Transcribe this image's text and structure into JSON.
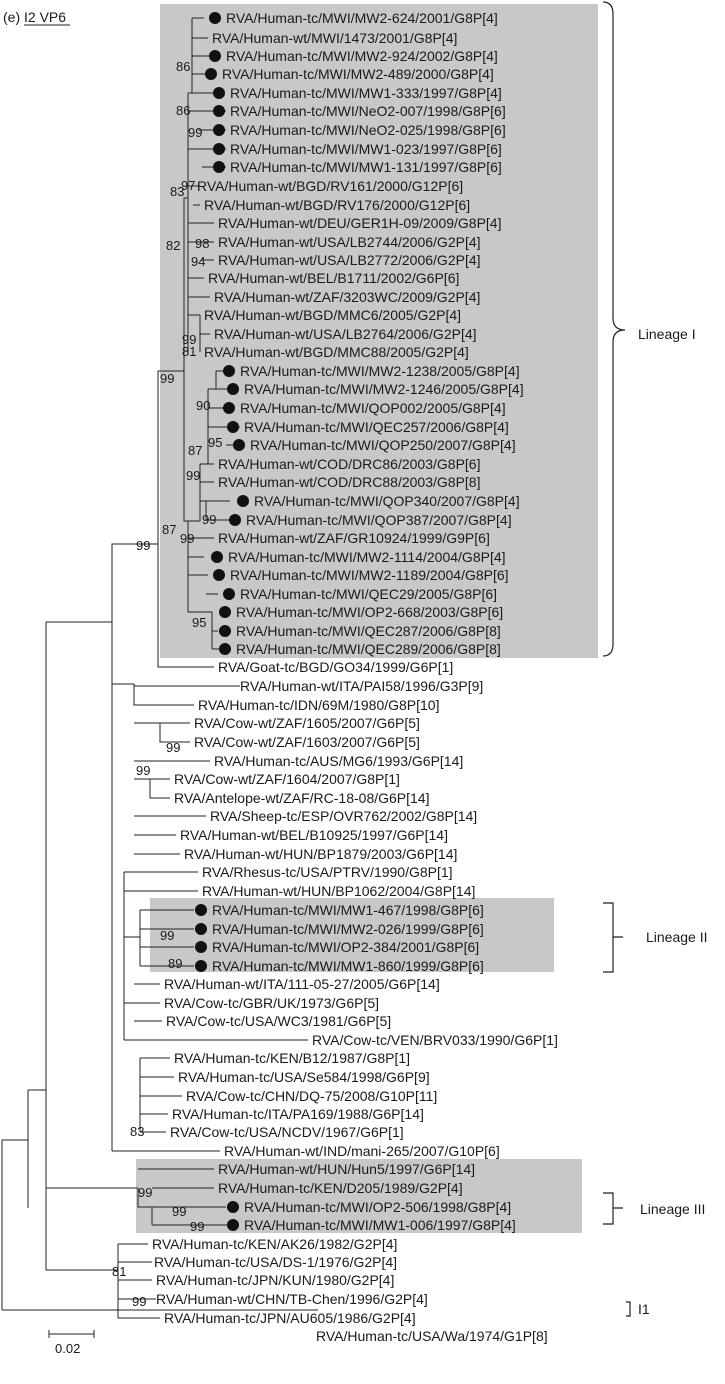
{
  "panel": {
    "letter": "(e)",
    "title": "I2 VP6"
  },
  "lineages": [
    {
      "label": "Lineage I"
    },
    {
      "label": "Lineage II"
    },
    {
      "label": "Lineage III"
    },
    {
      "label": "I1"
    }
  ],
  "scale_bar": {
    "value": "0.02"
  },
  "taxa": [
    {
      "label": "RVA/Human-tc/MWI/MW2-624/2001/G8P[4]",
      "dot": true
    },
    {
      "label": "RVA/Human-wt/MWI/1473/2001/G8P[4]",
      "dot": false
    },
    {
      "label": "RVA/Human-tc/MWI/MW2-924/2002/G8P[4]",
      "dot": true
    },
    {
      "label": "RVA/Human-tc/MWI/MW2-489/2000/G8P[4]",
      "dot": true
    },
    {
      "label": "RVA/Human-tc/MWI/MW1-333/1997/G8P[4]",
      "dot": true
    },
    {
      "label": "RVA/Human-tc/MWI/NeO2-007/1998/G8P[6]",
      "dot": true
    },
    {
      "label": "RVA/Human-tc/MWI/NeO2-025/1998/G8P[6]",
      "dot": true
    },
    {
      "label": "RVA/Human-tc/MWI/MW1-023/1997/G8P[6]",
      "dot": true
    },
    {
      "label": "RVA/Human-tc/MWI/MW1-131/1997/G8P[6]",
      "dot": true
    },
    {
      "label": "RVA/Human-wt/BGD/RV161/2000/G12P[6]",
      "dot": false
    },
    {
      "label": "RVA/Human-wt/BGD/RV176/2000/G12P[6]",
      "dot": false
    },
    {
      "label": "RVA/Human-wt/DEU/GER1H-09/2009/G8P[4]",
      "dot": false
    },
    {
      "label": "RVA/Human-wt/USA/LB2744/2006/G2P[4]",
      "dot": false
    },
    {
      "label": "RVA/Human-wt/USA/LB2772/2006/G2P[4]",
      "dot": false
    },
    {
      "label": "RVA/Human-wt/BEL/B1711/2002/G6P[6]",
      "dot": false
    },
    {
      "label": "RVA/Human-wt/ZAF/3203WC/2009/G2P[4]",
      "dot": false
    },
    {
      "label": "RVA/Human-wt/BGD/MMC6/2005/G2P[4]",
      "dot": false
    },
    {
      "label": "RVA/Human-wt/USA/LB2764/2006/G2P[4]",
      "dot": false
    },
    {
      "label": "RVA/Human-wt/BGD/MMC88/2005/G2P[4]",
      "dot": false
    },
    {
      "label": "RVA/Human-tc/MWI/MW2-1238/2005/G8P[4]",
      "dot": true
    },
    {
      "label": "RVA/Human-tc/MWI/MW2-1246/2005/G8P[4]",
      "dot": true
    },
    {
      "label": "RVA/Human-tc/MWI/QOP002/2005/G8P[4]",
      "dot": true
    },
    {
      "label": "RVA/Human-tc/MWI/QEC257/2006/G8P[4]",
      "dot": true
    },
    {
      "label": "RVA/Human-tc/MWI/QOP250/2007/G8P[4]",
      "dot": true
    },
    {
      "label": "RVA/Human-wt/COD/DRC86/2003/G8P[6]",
      "dot": false
    },
    {
      "label": "RVA/Human-wt/COD/DRC88/2003/G8P[8]",
      "dot": false
    },
    {
      "label": "RVA/Human-tc/MWI/QOP340/2007/G8P[4]",
      "dot": true
    },
    {
      "label": "RVA/Human-tc/MWI/QOP387/2007/G8P[4]",
      "dot": true
    },
    {
      "label": "RVA/Human-wt/ZAF/GR10924/1999/G9P[6]",
      "dot": false
    },
    {
      "label": "RVA/Human-tc/MWI/MW2-1114/2004/G8P[4]",
      "dot": true
    },
    {
      "label": "RVA/Human-tc/MWI/MW2-1189/2004/G8P[6]",
      "dot": true
    },
    {
      "label": "RVA/Human-tc/MWI/QEC29/2005/G8P[6]",
      "dot": true
    },
    {
      "label": "RVA/Human-tc/MWI/OP2-668/2003/G8P[6]",
      "dot": true
    },
    {
      "label": "RVA/Human-tc/MWI/QEC287/2006/G8P[8]",
      "dot": true
    },
    {
      "label": "RVA/Human-tc/MWI/QEC289/2006/G8P[8]",
      "dot": true
    },
    {
      "label": "RVA/Goat-tc/BGD/GO34/1999/G6P[1]",
      "dot": false
    },
    {
      "label": "RVA/Human-wt/ITA/PAI58/1996/G3P[9]",
      "dot": false
    },
    {
      "label": "RVA/Human-tc/IDN/69M/1980/G8P[10]",
      "dot": false
    },
    {
      "label": "RVA/Cow-wt/ZAF/1605/2007/G6P[5]",
      "dot": false
    },
    {
      "label": "RVA/Cow-wt/ZAF/1603/2007/G6P[5]",
      "dot": false
    },
    {
      "label": "RVA/Human-tc/AUS/MG6/1993/G6P[14]",
      "dot": false
    },
    {
      "label": "RVA/Cow-wt/ZAF/1604/2007/G8P[1]",
      "dot": false
    },
    {
      "label": "RVA/Antelope-wt/ZAF/RC-18-08/G6P[14]",
      "dot": false
    },
    {
      "label": "RVA/Sheep-tc/ESP/OVR762/2002/G8P[14]",
      "dot": false
    },
    {
      "label": "RVA/Human-wt/BEL/B10925/1997/G6P[14]",
      "dot": false
    },
    {
      "label": "RVA/Human-wt/HUN/BP1879/2003/G6P[14]",
      "dot": false
    },
    {
      "label": "RVA/Rhesus-tc/USA/PTRV/1990/G8P[1]",
      "dot": false
    },
    {
      "label": "RVA/Human-wt/HUN/BP1062/2004/G8P[14]",
      "dot": false
    },
    {
      "label": "RVA/Human-tc/MWI/MW1-467/1998/G8P[6]",
      "dot": true
    },
    {
      "label": "RVA/Human-tc/MWI/MW2-026/1999/G8P[6]",
      "dot": true
    },
    {
      "label": "RVA/Human-tc/MWI/OP2-384/2001/G8P[6]",
      "dot": true
    },
    {
      "label": "RVA/Human-tc/MWI/MW1-860/1999/G8P[6]",
      "dot": true
    },
    {
      "label": "RVA/Human-wt/ITA/111-05-27/2005/G6P[14]",
      "dot": false
    },
    {
      "label": "RVA/Cow-tc/GBR/UK/1973/G6P[5]",
      "dot": false
    },
    {
      "label": "RVA/Cow-tc/USA/WC3/1981/G6P[5]",
      "dot": false
    },
    {
      "label": "RVA/Cow-tc/VEN/BRV033/1990/G6P[1]",
      "dot": false
    },
    {
      "label": "RVA/Human-tc/KEN/B12/1987/G8P[1]",
      "dot": false
    },
    {
      "label": "RVA/Human-tc/USA/Se584/1998/G6P[9]",
      "dot": false
    },
    {
      "label": "RVA/Cow-tc/CHN/DQ-75/2008/G10P[11]",
      "dot": false
    },
    {
      "label": "RVA/Human-tc/ITA/PA169/1988/G6P[14]",
      "dot": false
    },
    {
      "label": "RVA/Cow-tc/USA/NCDV/1967/G6P[1]",
      "dot": false
    },
    {
      "label": "RVA/Human-wt/IND/mani-265/2007/G10P[6]",
      "dot": false
    },
    {
      "label": "RVA/Human-wt/HUN/Hun5/1997/G6P[14]",
      "dot": false
    },
    {
      "label": "RVA/Human-tc/KEN/D205/1989/G2P[4]",
      "dot": false
    },
    {
      "label": "RVA/Human-tc/MWI/OP2-506/1998/G8P[4]",
      "dot": true
    },
    {
      "label": "RVA/Human-tc/MWI/MW1-006/1997/G8P[4]",
      "dot": true
    },
    {
      "label": "RVA/Human-tc/KEN/AK26/1982/G2P[4]",
      "dot": false
    },
    {
      "label": "RVA/Human-tc/USA/DS-1/1976/G2P[4]",
      "dot": false
    },
    {
      "label": "RVA/Human-tc/JPN/KUN/1980/G2P[4]",
      "dot": false
    },
    {
      "label": "RVA/Human-wt/CHN/TB-Chen/1996/G2P[4]",
      "dot": false
    },
    {
      "label": "RVA/Human-tc/JPN/AU605/1986/G2P[4]",
      "dot": false
    },
    {
      "label": "RVA/Human-tc/USA/Wa/1974/G1P[8]",
      "dot": false
    }
  ],
  "bootstrap": [
    {
      "text": "86"
    },
    {
      "text": "86"
    },
    {
      "text": "99"
    },
    {
      "text": "97"
    },
    {
      "text": "83"
    },
    {
      "text": "98"
    },
    {
      "text": "94"
    },
    {
      "text": "82"
    },
    {
      "text": "99"
    },
    {
      "text": "81"
    },
    {
      "text": "99"
    },
    {
      "text": "90"
    },
    {
      "text": "95"
    },
    {
      "text": "87"
    },
    {
      "text": "99"
    },
    {
      "text": "99"
    },
    {
      "text": "87"
    },
    {
      "text": "99"
    },
    {
      "text": "95"
    },
    {
      "text": "99"
    },
    {
      "text": "99"
    },
    {
      "text": "99"
    },
    {
      "text": "99"
    },
    {
      "text": "89"
    },
    {
      "text": "83"
    },
    {
      "text": "99"
    },
    {
      "text": "99"
    },
    {
      "text": "99"
    },
    {
      "text": "81"
    },
    {
      "text": "99"
    }
  ]
}
